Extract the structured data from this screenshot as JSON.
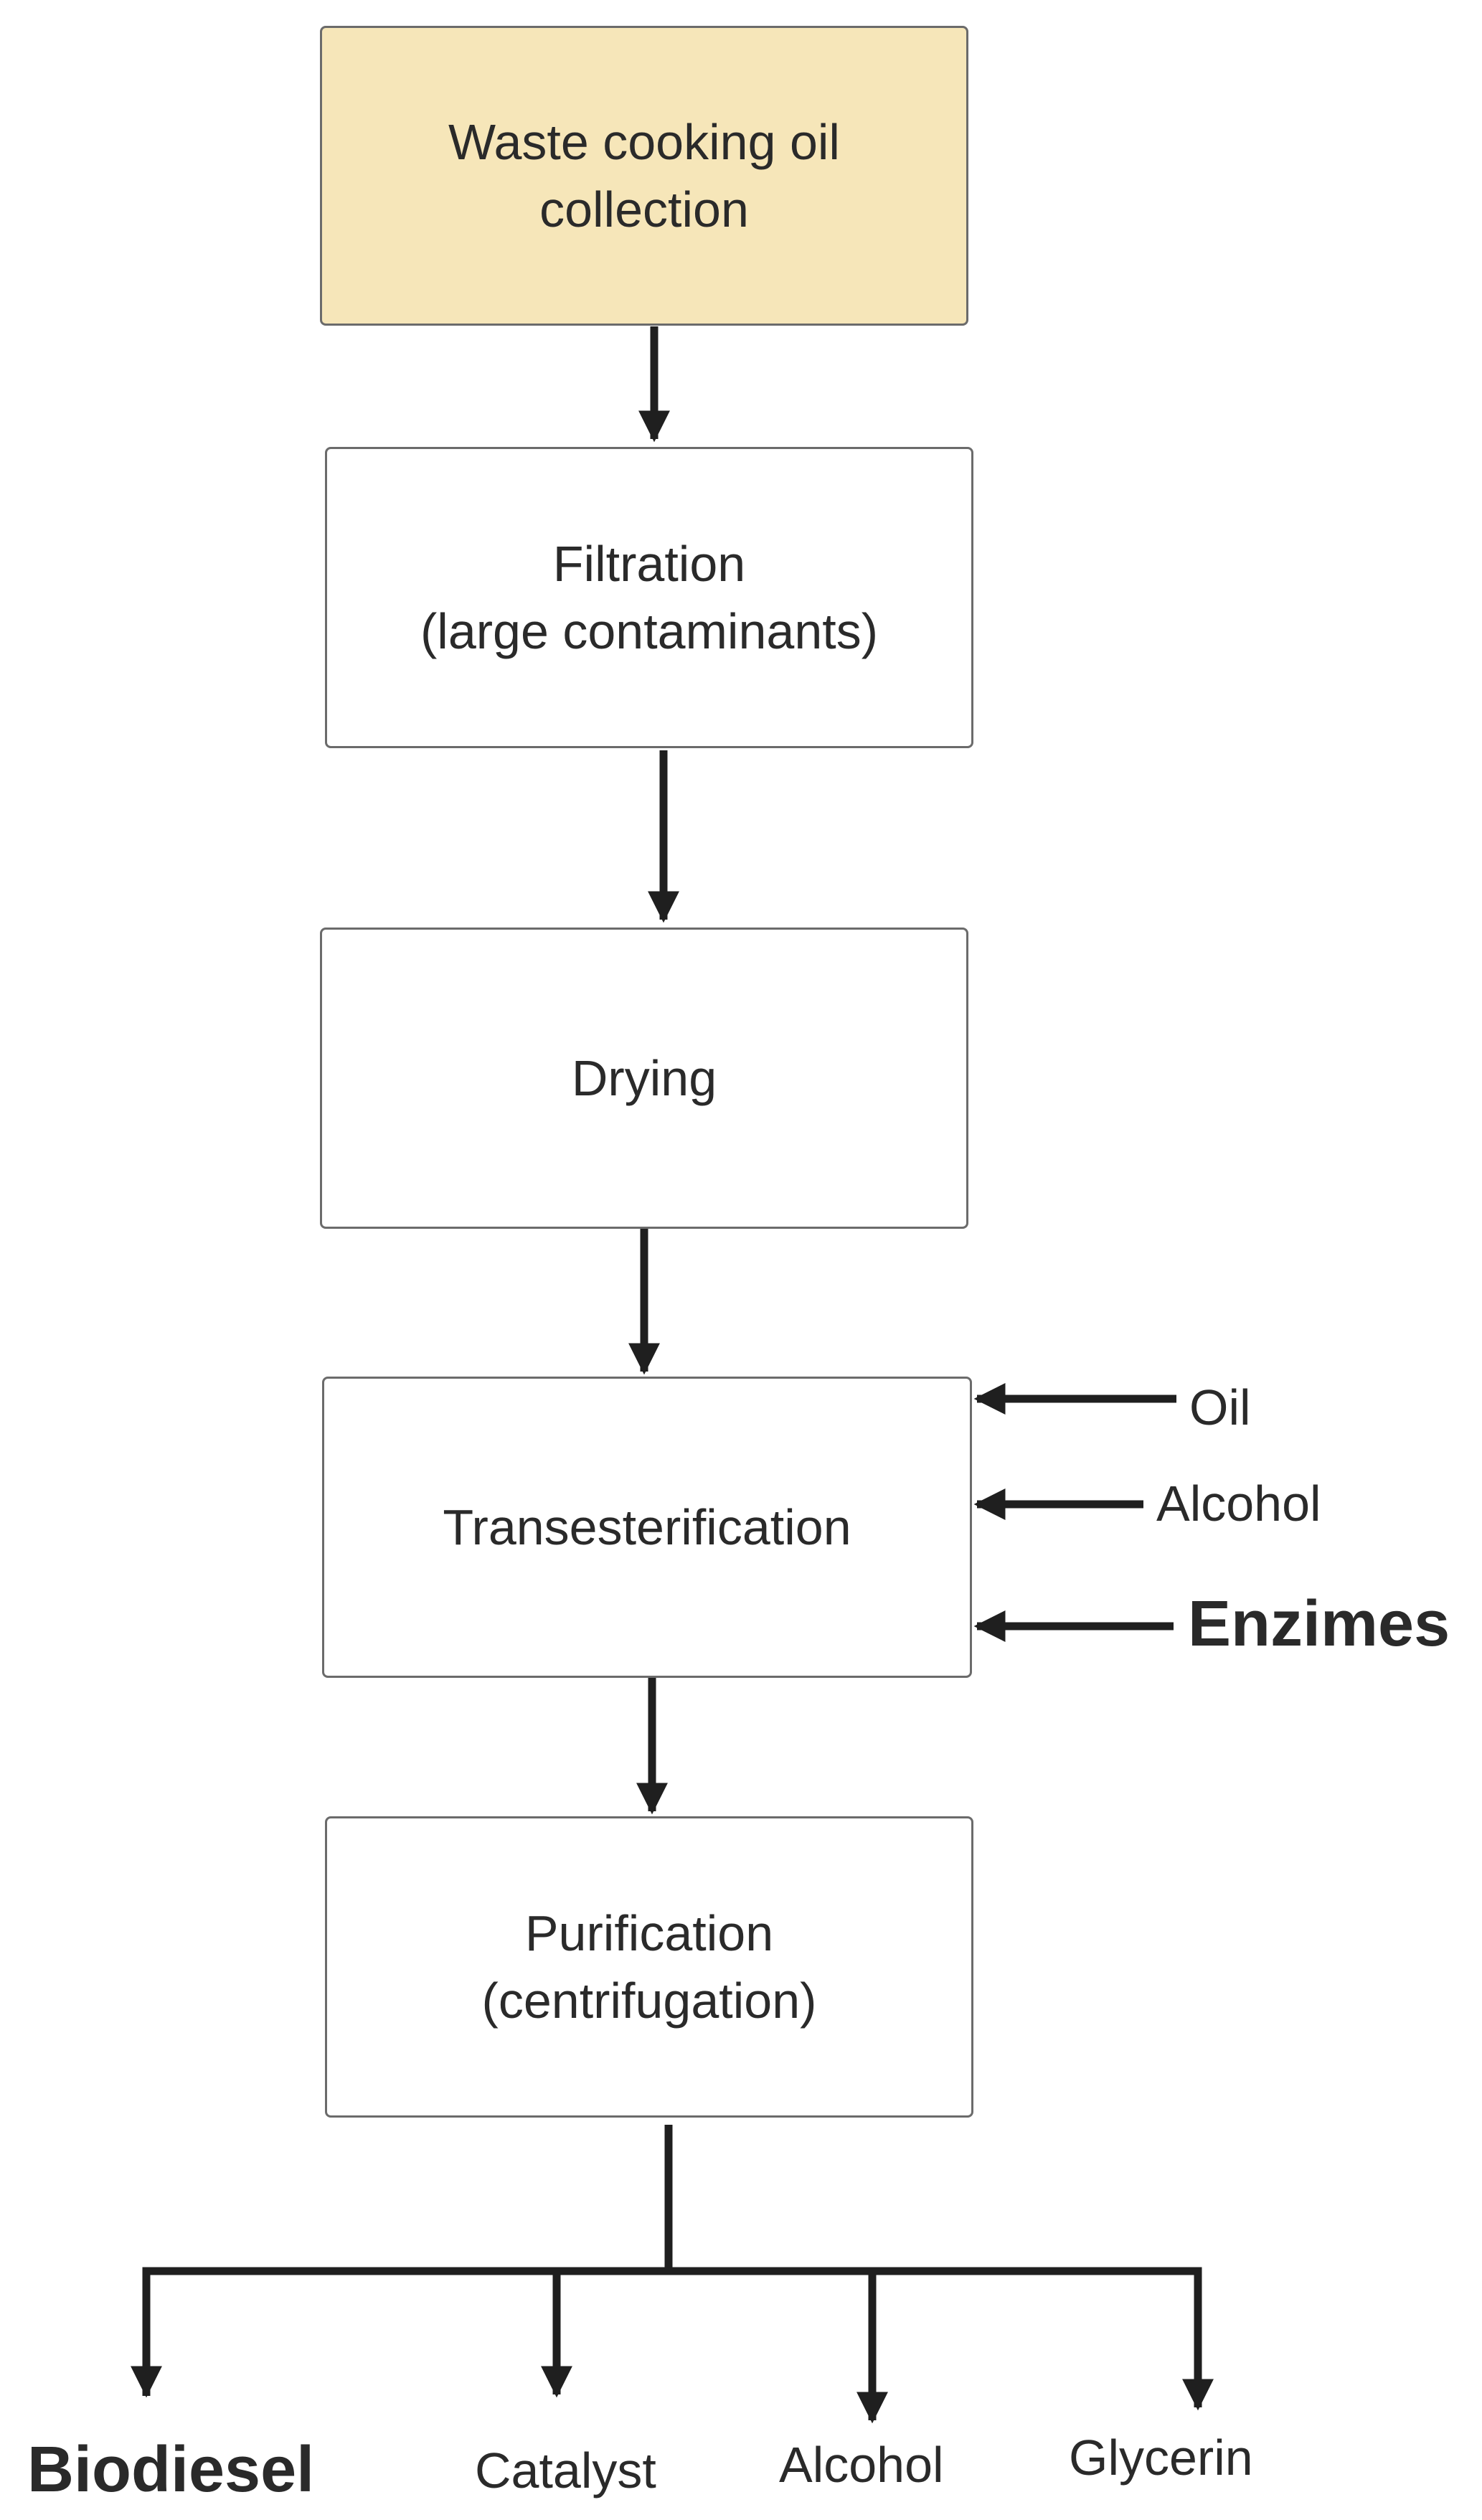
{
  "steps": {
    "collection": {
      "line1": "Waste cooking oil",
      "line2": "collection"
    },
    "filtration": {
      "line1": "Filtration",
      "line2": "(large contaminants)"
    },
    "drying": {
      "line1": "Drying"
    },
    "transesterification": {
      "line1": "Transesterification"
    },
    "purification": {
      "line1": "Purification",
      "line2": "(centrifugation)"
    }
  },
  "inputs": {
    "oil": "Oil",
    "alcohol": "Alcohol",
    "enzymes": "Enzimes"
  },
  "outputs": {
    "biodiesel": "Biodiesel",
    "catalyst": "Catalyst",
    "alcohol": "Alcohol",
    "glycerin": "Glycerin"
  },
  "colors": {
    "start_fill": "#f6e6b9",
    "box_border": "#6b6b6b",
    "arrow": "#1f1f1f"
  }
}
